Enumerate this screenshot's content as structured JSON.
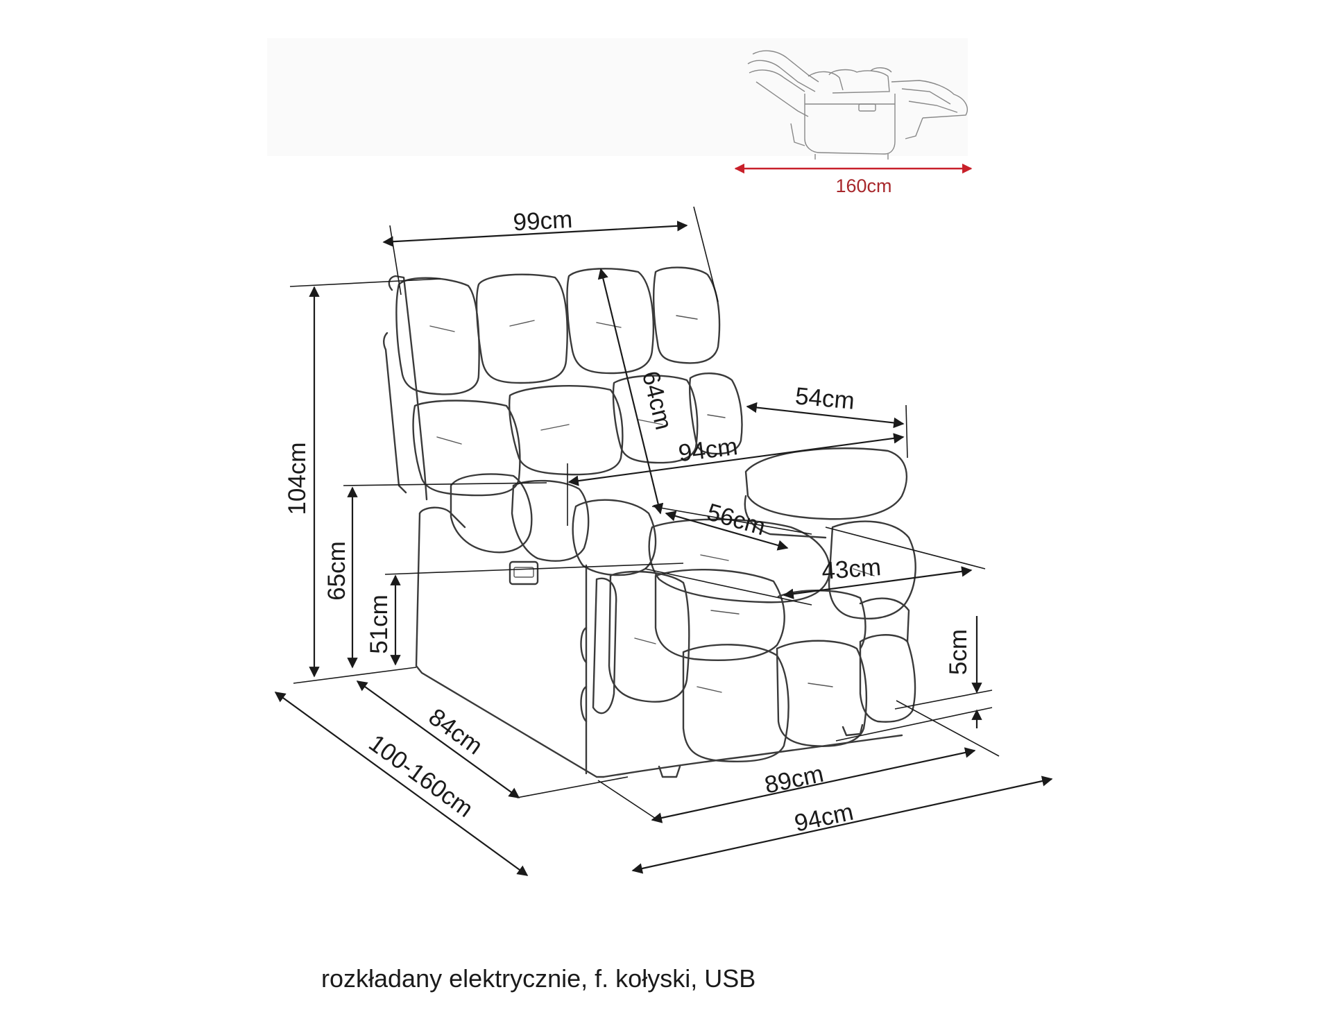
{
  "thumbnail": {
    "dimension_label": "160cm",
    "accent_color": "#c8202a",
    "icon": "reclined-chair-icon"
  },
  "dimensions": {
    "top_width": "99cm",
    "total_height": "104cm",
    "backrest_height": "64cm",
    "armrest_depth": "54cm",
    "inner_width": "94cm",
    "seat_depth": "56cm",
    "armrest_height": "65cm",
    "seat_height": "51cm",
    "seat_width": "43cm",
    "ground_clearance": "5cm",
    "depth": "84cm",
    "depth_extended": "100-160cm",
    "base_width": "89cm",
    "total_width": "94cm"
  },
  "main_icon": "recliner-armchair-icon",
  "caption": "rozkładany elektrycznie, f. kołyski, USB"
}
